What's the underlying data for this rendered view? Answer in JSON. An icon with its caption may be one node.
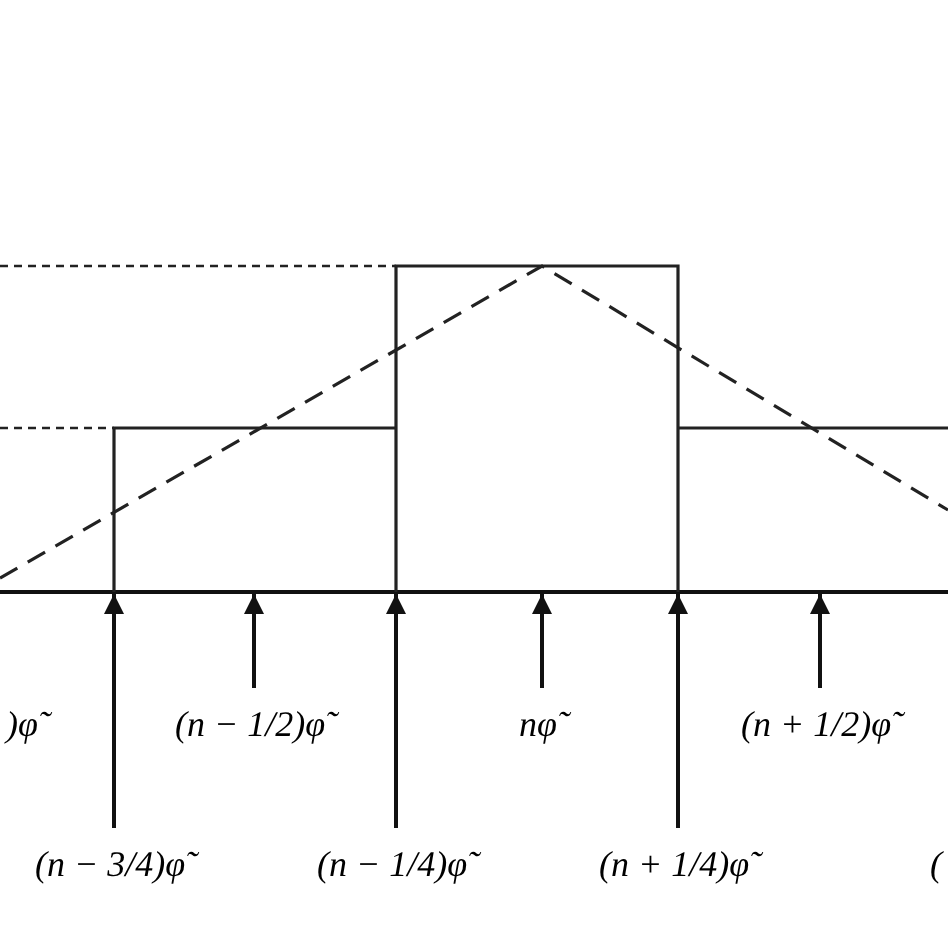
{
  "diagram": {
    "nodes": [
      {
        "text": [
          "(n − 1/2)φ̃"
        ]
      },
      {
        "text": [
          "nφ̃"
        ]
      },
      {
        "text": [
          "(n + 1/2)φ̃"
        ]
      },
      {
        "text": [
          "(n − 3/4)φ̃"
        ]
      },
      {
        "text": [
          "(n − 1/4)φ̃"
        ]
      },
      {
        "text": [
          "(n + 1/4)φ̃"
        ]
      }
    ],
    "edges": [
      {
        "from": 0,
        "to": null,
        "arrow": "to"
      },
      {
        "from": 1,
        "to": null,
        "arrow": "to"
      },
      {
        "from": 2,
        "to": null,
        "arrow": "to"
      },
      {
        "from": 3,
        "to": null,
        "arrow": "to"
      },
      {
        "from": 4,
        "to": null,
        "arrow": "to"
      },
      {
        "from": 5,
        "to": null,
        "arrow": "to"
      }
    ],
    "labels": [
      ")φ̃",
      "("
    ]
  }
}
